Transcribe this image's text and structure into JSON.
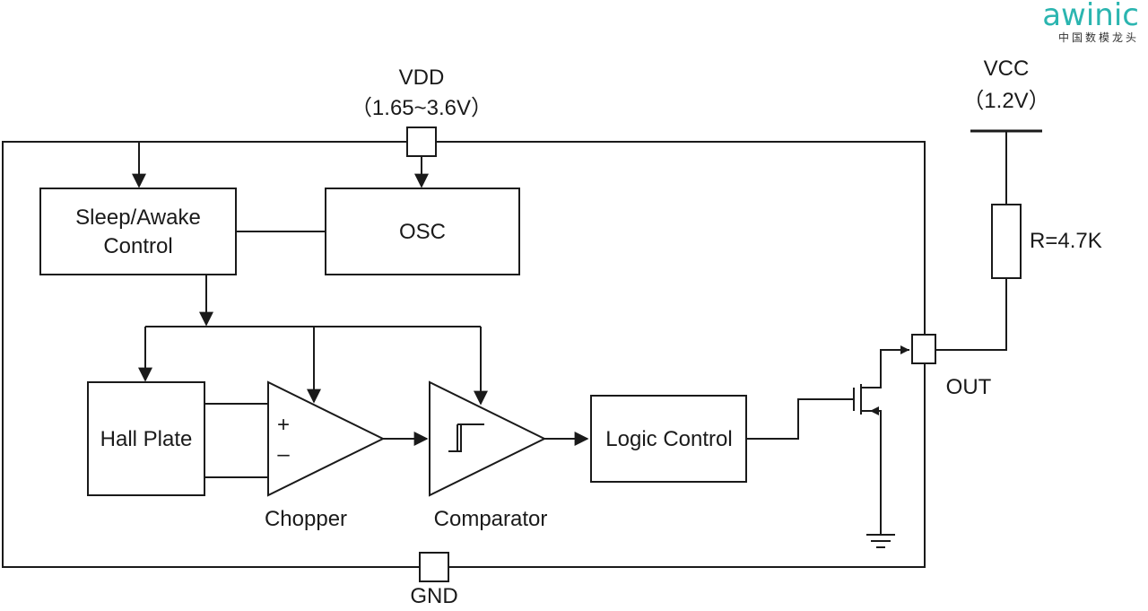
{
  "logo": {
    "brand": "awinic",
    "tagline": "中国数模龙头",
    "color": "#2bb5b0"
  },
  "supplies": {
    "vdd": {
      "name": "VDD",
      "range": "（1.65~3.6V）"
    },
    "vcc": {
      "name": "VCC",
      "value": "（1.2V）"
    }
  },
  "blocks": {
    "sleep_awake_line1": "Sleep/Awake",
    "sleep_awake_line2": "Control",
    "osc": "OSC",
    "hall_plate": "Hall Plate",
    "logic_control": "Logic Control"
  },
  "amplifiers": {
    "chopper": {
      "label": "Chopper",
      "plus": "+",
      "minus": "–"
    },
    "comparator": {
      "label": "Comparator"
    }
  },
  "pins": {
    "out": "OUT",
    "gnd": "GND"
  },
  "resistor": {
    "label": "R=4.7K"
  }
}
